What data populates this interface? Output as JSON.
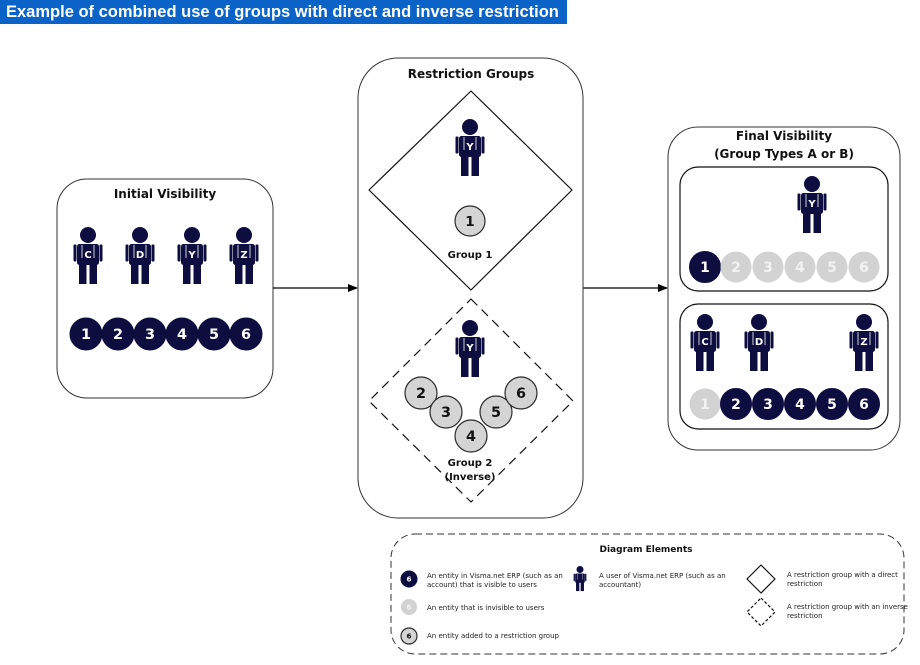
{
  "title": "Example of combined use of groups with direct and inverse restriction",
  "panels": {
    "initial": {
      "title": "Initial Visibility",
      "users": [
        "C",
        "D",
        "Y",
        "Z"
      ],
      "entities": [
        "1",
        "2",
        "3",
        "4",
        "5",
        "6"
      ]
    },
    "restriction": {
      "title": "Restriction Groups",
      "group1": {
        "label": "Group 1",
        "user": "Y",
        "entity": "1"
      },
      "group2": {
        "label_line1": "Group 2",
        "label_line2": "(Inverse)",
        "user": "Y",
        "entities": [
          "2",
          "3",
          "4",
          "5",
          "6"
        ]
      }
    },
    "final": {
      "title_line1": "Final Visibility",
      "title_line2": "(Group Types A or B)",
      "box1": {
        "user": "Y",
        "entities": [
          "1",
          "2",
          "3",
          "4",
          "5",
          "6"
        ]
      },
      "box2": {
        "users": [
          "C",
          "D",
          "Z"
        ],
        "entities": [
          "1",
          "2",
          "3",
          "4",
          "5",
          "6"
        ]
      }
    }
  },
  "legend": {
    "title": "Diagram Elements",
    "visible_entity": {
      "sample": "6",
      "line1": "An entity in Visma.net ERP (such as an",
      "line2": "account) that is visible to users"
    },
    "invisible_entity": {
      "sample": "6",
      "text": "An entity that is invisible to users"
    },
    "added_entity": {
      "sample": "6",
      "text": "An entity added to a restriction group"
    },
    "user": {
      "line1": "A user of Visma.net ERP (such as an",
      "line2": "accountant)"
    },
    "direct_group": {
      "line1": "A restriction group with a direct",
      "line2": "restriction"
    },
    "inverse_group": {
      "line1": "A restriction group with an inverse",
      "line2": "restriction"
    }
  },
  "colors": {
    "navy": "#0d0d3f",
    "invisible_fill": "#d2d2d2",
    "invisible_text": "#f2f2f2",
    "group_fill": "#d4d4d4",
    "title_bg": "#0b63c7"
  }
}
